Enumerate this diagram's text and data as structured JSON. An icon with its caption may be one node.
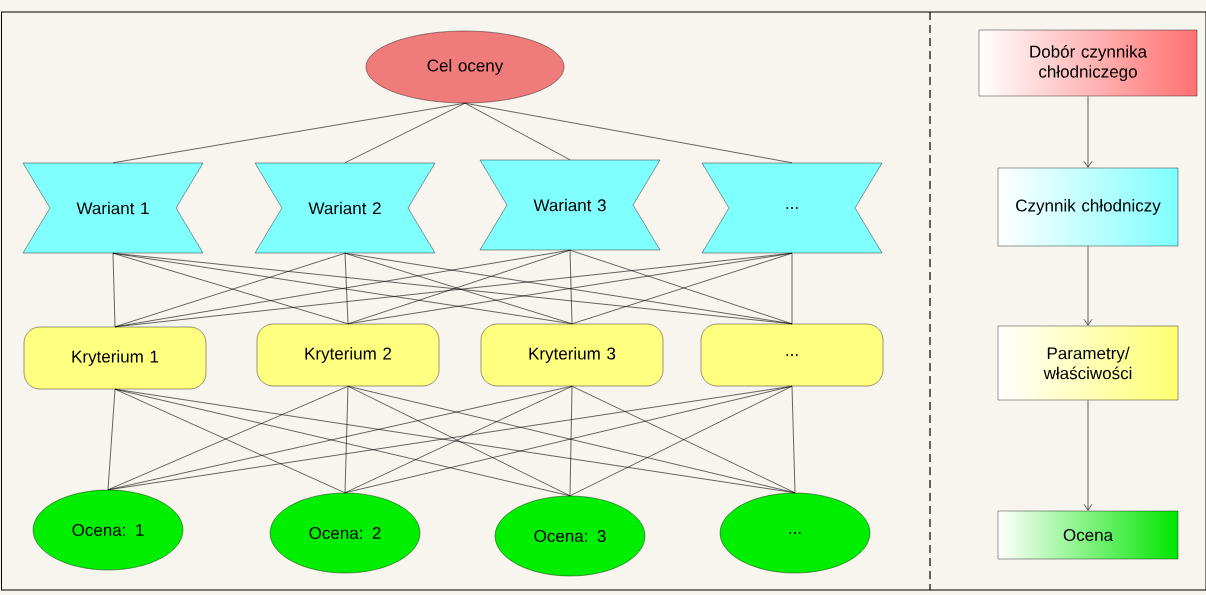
{
  "diagram": {
    "nodes": [
      {
        "text": [
          "Cel oceny"
        ]
      },
      {
        "text": [
          "Wariant 1"
        ]
      },
      {
        "text": [
          "Wariant 2"
        ]
      },
      {
        "text": [
          "Wariant 3"
        ]
      },
      {
        "text": [
          "..."
        ]
      },
      {
        "text": [
          "Kryterium 1"
        ]
      },
      {
        "text": [
          "Kryterium 2"
        ]
      },
      {
        "text": [
          "Kryterium 3"
        ]
      },
      {
        "text": [
          "..."
        ]
      },
      {
        "text": [
          "Ocena: 1"
        ]
      },
      {
        "text": [
          "Ocena: 2"
        ]
      },
      {
        "text": [
          "Ocena: 3"
        ]
      },
      {
        "text": [
          "..."
        ]
      },
      {
        "text": [
          "Dobór czynnika chłodniczego"
        ]
      },
      {
        "text": [
          "Czynnik chłodniczy"
        ]
      },
      {
        "text": [
          "Parametry/ właściwości"
        ]
      },
      {
        "text": [
          "Ocena"
        ]
      }
    ],
    "edges": [
      {
        "from": 0,
        "to": 1,
        "arrow": "none"
      },
      {
        "from": 0,
        "to": 2,
        "arrow": "none"
      },
      {
        "from": 0,
        "to": 3,
        "arrow": "none"
      },
      {
        "from": 0,
        "to": 4,
        "arrow": "none"
      },
      {
        "from": 1,
        "to": 5,
        "arrow": "none"
      },
      {
        "from": 1,
        "to": 6,
        "arrow": "none"
      },
      {
        "from": 1,
        "to": 7,
        "arrow": "none"
      },
      {
        "from": 1,
        "to": 8,
        "arrow": "none"
      },
      {
        "from": 2,
        "to": 5,
        "arrow": "none"
      },
      {
        "from": 2,
        "to": 6,
        "arrow": "none"
      },
      {
        "from": 2,
        "to": 7,
        "arrow": "none"
      },
      {
        "from": 2,
        "to": 8,
        "arrow": "none"
      },
      {
        "from": 3,
        "to": 5,
        "arrow": "none"
      },
      {
        "from": 3,
        "to": 6,
        "arrow": "none"
      },
      {
        "from": 3,
        "to": 7,
        "arrow": "none"
      },
      {
        "from": 3,
        "to": 8,
        "arrow": "none"
      },
      {
        "from": 4,
        "to": 5,
        "arrow": "none"
      },
      {
        "from": 4,
        "to": 6,
        "arrow": "none"
      },
      {
        "from": 4,
        "to": 7,
        "arrow": "none"
      },
      {
        "from": 4,
        "to": 8,
        "arrow": "none"
      },
      {
        "from": 5,
        "to": 9,
        "arrow": "none"
      },
      {
        "from": 5,
        "to": 10,
        "arrow": "none"
      },
      {
        "from": 5,
        "to": 11,
        "arrow": "none"
      },
      {
        "from": 5,
        "to": 12,
        "arrow": "none"
      },
      {
        "from": 6,
        "to": 9,
        "arrow": "none"
      },
      {
        "from": 6,
        "to": 10,
        "arrow": "none"
      },
      {
        "from": 6,
        "to": 11,
        "arrow": "none"
      },
      {
        "from": 6,
        "to": 12,
        "arrow": "none"
      },
      {
        "from": 7,
        "to": 9,
        "arrow": "none"
      },
      {
        "from": 7,
        "to": 10,
        "arrow": "none"
      },
      {
        "from": 7,
        "to": 11,
        "arrow": "none"
      },
      {
        "from": 7,
        "to": 12,
        "arrow": "none"
      },
      {
        "from": 8,
        "to": 9,
        "arrow": "none"
      },
      {
        "from": 8,
        "to": 10,
        "arrow": "none"
      },
      {
        "from": 8,
        "to": 11,
        "arrow": "none"
      },
      {
        "from": 8,
        "to": 12,
        "arrow": "none"
      },
      {
        "from": 13,
        "to": 14,
        "arrow": "to"
      },
      {
        "from": 14,
        "to": 15,
        "arrow": "to"
      },
      {
        "from": 15,
        "to": 16,
        "arrow": "to"
      }
    ]
  }
}
